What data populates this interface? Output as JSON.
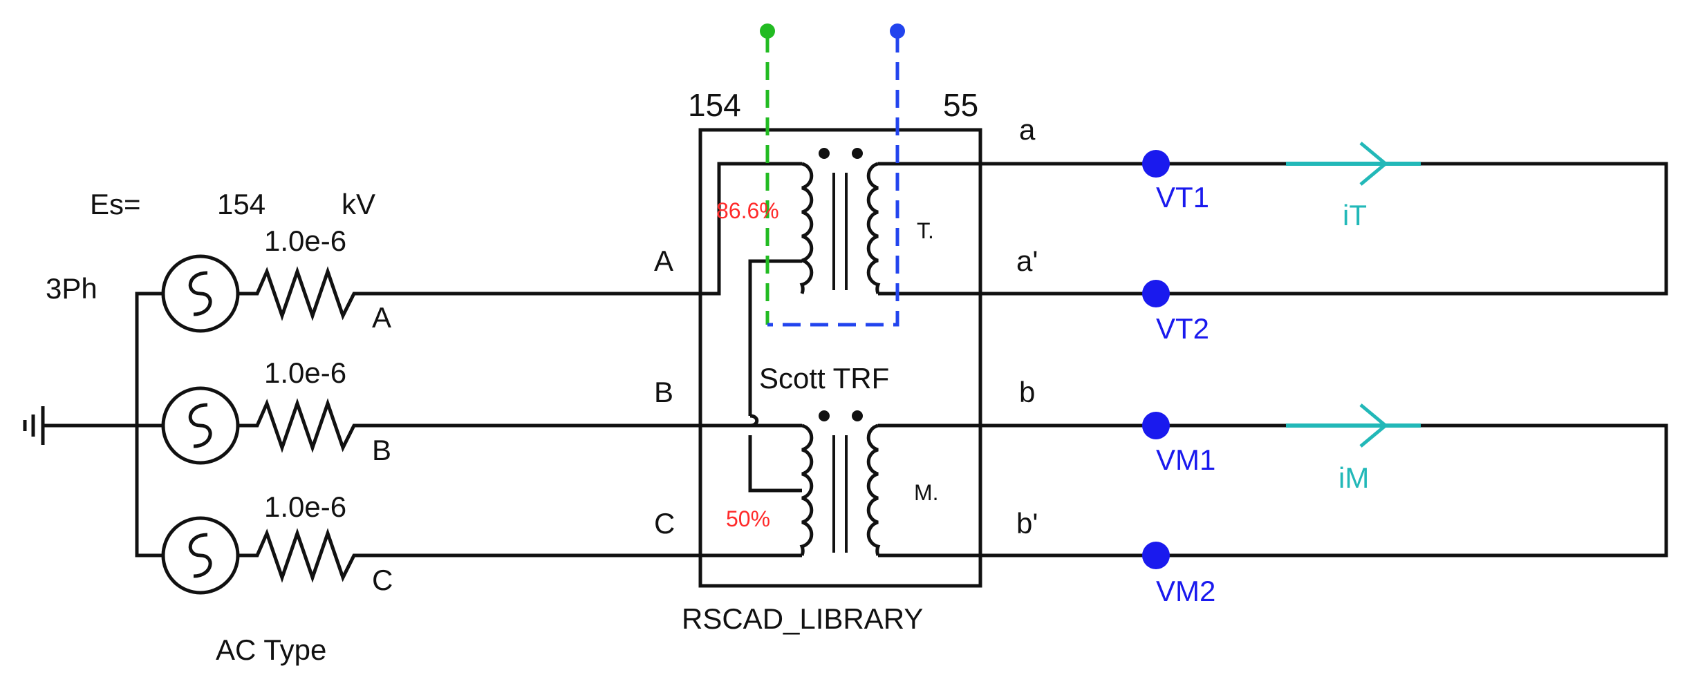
{
  "source": {
    "prefix": "Es=",
    "voltage": "154",
    "unit": "kV",
    "phase_label": "3Ph",
    "type_label": "AC Type",
    "resistances": [
      "1.0e-6",
      "1.0e-6",
      "1.0e-6"
    ],
    "phase_names": [
      "A",
      "B",
      "C"
    ]
  },
  "transformer": {
    "primary_voltage": "154",
    "secondary_voltage": "55",
    "name": "Scott TRF",
    "library": "RSCAD_LIBRARY",
    "input_labels": [
      "A",
      "B",
      "C"
    ],
    "output_labels": [
      "a",
      "a'",
      "b",
      "b'"
    ],
    "teaser_tap": "86.6%",
    "main_tap": "50%",
    "teaser_label": "T.",
    "main_label": "M."
  },
  "meters": {
    "voltage": [
      "VT1",
      "VT2",
      "VM1",
      "VM2"
    ],
    "current": [
      "iT",
      "iM"
    ]
  },
  "colors": {
    "wire": "#111111",
    "voltage_node": "#1a1aee",
    "current_meter": "#22b8b8",
    "tap_text": "#ff2a2a",
    "teaser_probe": "#22bb22",
    "main_probe": "#2244ee"
  }
}
